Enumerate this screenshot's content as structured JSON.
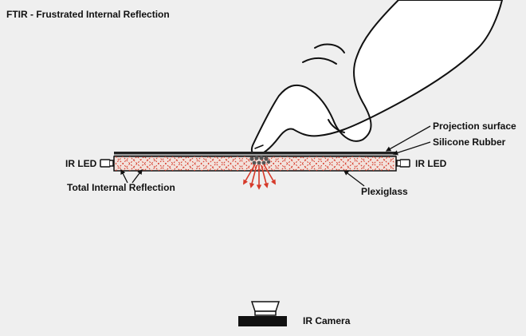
{
  "title": "FTIR - Frustrated Internal Reflection",
  "labels": {
    "projection_surface": "Projection surface",
    "silicone_rubber": "Silicone Rubber",
    "ir_led_left": "IR LED",
    "ir_led_right": "IR LED",
    "total_internal_reflection": "Total Internal Reflection",
    "plexiglass": "Plexiglass",
    "ir_camera": "IR Camera"
  },
  "colors": {
    "background": "#efefef",
    "outline": "#111111",
    "reflection_pattern": "#d63a2a",
    "plexiglass_fill": "#f3e2dc",
    "rubber_layer": "#9a9a9a",
    "touch_blob": "#555555"
  },
  "icons": {
    "hand": "hand-pointing-icon",
    "led": "ir-led-icon",
    "camera": "ir-camera-icon"
  }
}
